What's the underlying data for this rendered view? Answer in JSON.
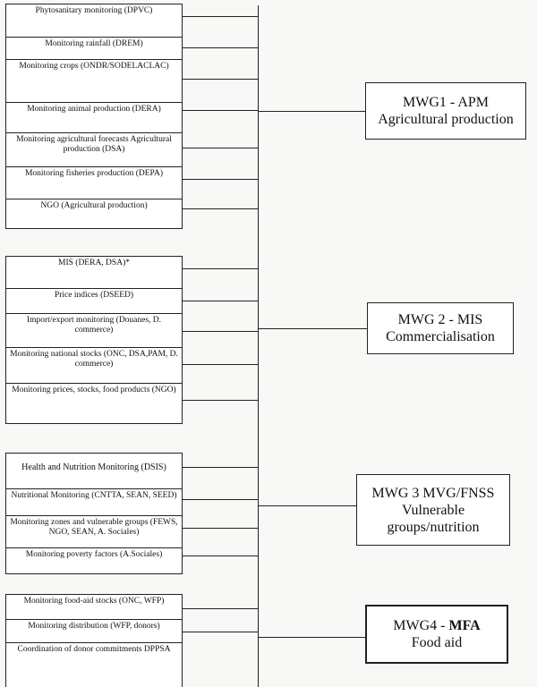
{
  "groups": [
    {
      "items": [
        "Phytosanitary monitoring (DPVC)",
        "Monitoring rainfall (DREM)",
        "Monitoring crops (ONDR/SODELACLAC)",
        "Monitoring animal production (DERA)",
        "Monitoring agricultural forecasts Agricultural production (DSA)",
        "Monitoring fisheries production  (DEPA)",
        "NGO (Agricultural production)"
      ],
      "mwg": {
        "title": "MWG1 - APM",
        "sub": "Agricultural production"
      }
    },
    {
      "items": [
        "MIS  (DERA, DSA)*",
        "Price indices (DSEED)",
        "Import/export monitoring (Douanes, D. commerce)",
        "Monitoring national stocks (ONC, DSA,PAM, D. commerce)",
        "Monitoring prices, stocks, food products (NGO)"
      ],
      "mwg": {
        "title": "MWG 2 - MIS",
        "sub": "Commercialisation"
      }
    },
    {
      "items": [
        "Health and Nutrition Monitoring (DSIS)",
        "Nutritional Monitoring (CNTTA, SEAN, SEED)",
        "Monitoring zones and vulnerable groups (FEWS, NGO, SEAN, A. Sociales)",
        "Monitoring poverty factors (A.Sociales)"
      ],
      "mwg": {
        "title": "MWG 3 MVG/FNSS",
        "sub": "Vulnerable groups/nutrition"
      }
    },
    {
      "items": [
        "Monitoring food-aid stocks  (ONC, WFP)",
        "Monitoring distribution (WFP, donors)",
        "Coordination of donor commitments DPPSA"
      ],
      "mwg": {
        "title_plain": "MWG4 - ",
        "title_bold": "MFA",
        "sub": "Food aid"
      }
    }
  ]
}
